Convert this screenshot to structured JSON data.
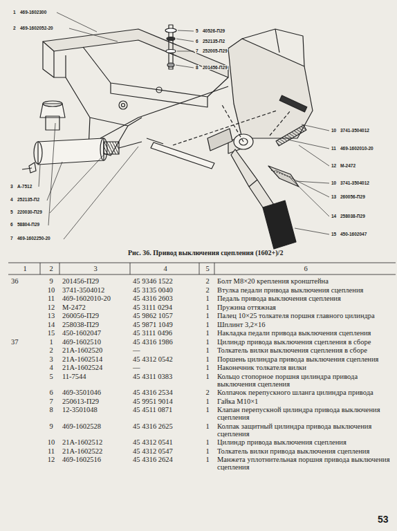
{
  "diagram": {
    "caption": "Рис. 36. Привод выключения сцепления (1602+)/2",
    "labels": [
      "1",
      "469-1602300",
      "2",
      "469-1602052-20",
      "5",
      "40526-П29",
      "6",
      "252135-П2",
      "7",
      "252005-П29",
      "8",
      "201456-П29",
      "3",
      "А-7512",
      "4",
      "252135-П2",
      "5",
      "220030-П29",
      "6",
      "58804-П29",
      "7",
      "469-1602250-20",
      "10",
      "3741-3504012",
      "11",
      "469-1602010-20",
      "12",
      "М-2472",
      "10",
      "3741-3504012",
      "13",
      "260056-П29",
      "14",
      "258038-П29",
      "15",
      "450-1602047",
      "1",
      "2",
      "3",
      "4",
      "5",
      "6",
      "36",
      "9",
      "201456-П29",
      "45 9346 1522",
      "2",
      "Болт М8×20 крепления кронштейна",
      "10",
      "3741-3504012",
      "45 3135 0040",
      "2",
      "Втулка педали привода выключения сцепления",
      "11",
      "469-1602010-20",
      "45 4316 2603",
      "1",
      "Педаль привода выключения сцепления",
      "12",
      "М-2472",
      "45 3111 0294",
      "1",
      "Пружина оттяжная",
      "13",
      "260056-П29",
      "45 9862 1057",
      "1",
      "Палец 10×25 толкателя поршня главного цилиндра",
      "14",
      "258038-П29",
      "45 9871 1049",
      "1",
      "Шплинт 3,2×16",
      "15",
      "450-1602047",
      "45 3111 0496",
      "1",
      "Накладка педали привода выключения сцепления",
      "37",
      "1",
      "469-1602510",
      "45 4316 1986",
      "1",
      "Цилиндр привода выключения сцепления в сборе",
      "2",
      "21А-1602520",
      "—",
      "1",
      "Толкатель вилки выключения сцепления в сборе",
      "3",
      "21А-1602514",
      "45 4312 0542",
      "1",
      "Поршень цилиндра привода выключения сцепления",
      "4",
      "21А-1602524",
      "—",
      "1",
      "Наконечник толкателя вилки",
      "5",
      "11-7544",
      "45 4311 0383",
      "1",
      "Кольцо стопорное поршня цилиндра привода выключения сцепления",
      "6",
      "469-3501046",
      "45 4316 2534",
      "2",
      "Колпачок перепускного шланга цилиндра привода",
      "7",
      "250613-П29",
      "45 9951 9014",
      "1",
      "Гайка М10×1",
      "8",
      "12-3501048",
      "45 4511 0871",
      "1",
      "Клапан перепускной цилиндра привода выключения сцепления",
      "9",
      "469-1602528",
      "45 4316 2625",
      "1",
      "Колпак защитный цилиндра привода выключения сцепления",
      "10",
      "21А-1602512",
      "45 4312 0541",
      "1",
      "Цилиндр привода выключения сцепления",
      "11",
      "21А-1602522",
      "45 4312 0547",
      "1",
      "Толкатель вилки привода выключения сцепления",
      "12",
      "469-1602516",
      "45 4316 2624",
      "1",
      "Манжета уплотнительная поршня привода выключения сцепления",
      "53"
    ]
  }
}
